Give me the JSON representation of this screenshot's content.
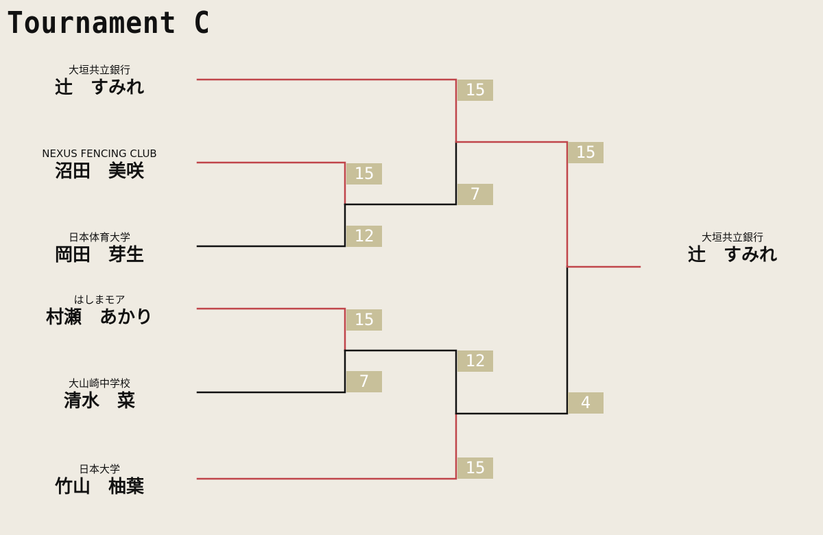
{
  "title": "Tournament C",
  "players": [
    {
      "club": "大垣共立銀行",
      "name": "辻　すみれ"
    },
    {
      "club": "NEXUS FENCING CLUB",
      "name": "沼田　美咲"
    },
    {
      "club": "日本体育大学",
      "name": "岡田　芽生"
    },
    {
      "club": "はしまモア",
      "name": "村瀬　あかり"
    },
    {
      "club": "大山崎中学校",
      "name": "清水　菜"
    },
    {
      "club": "日本大学",
      "name": "竹山　柚葉"
    }
  ],
  "scores": {
    "r1_top_a": "15",
    "r1_top_b": "12",
    "r1_bot_a": "15",
    "r1_bot_b": "7",
    "sf1_a": "15",
    "sf1_b": "7",
    "sf2_a": "12",
    "sf2_b": "15",
    "final_a": "15",
    "final_b": "4"
  },
  "champion": {
    "club": "大垣共立銀行",
    "name": "辻　すみれ"
  },
  "colors": {
    "background": "#efebe2",
    "winner_line": "#c0454a",
    "loser_line": "#111111",
    "score_box": "#c8c09a",
    "score_text": "#ffffff"
  }
}
